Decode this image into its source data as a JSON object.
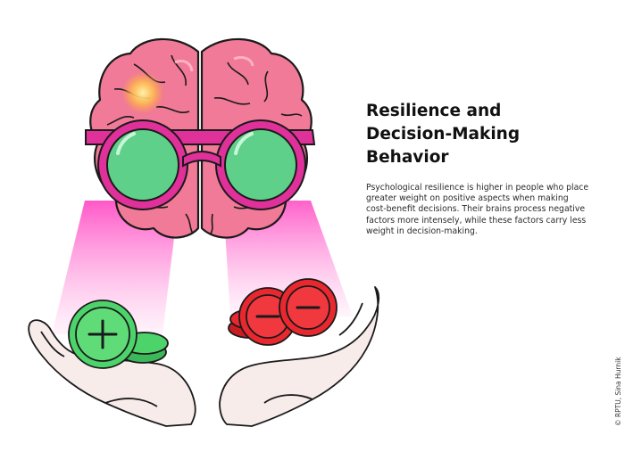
{
  "title": {
    "line1": "Resilience and",
    "line2": "Decision-Making",
    "line3": "Behavior"
  },
  "body_lines": [
    "Psychological resilience is higher in people who place",
    "greater weight on positive aspects when making",
    "cost-benefit decisions. Their brains process negative",
    "factors more intensely, while these factors carry less",
    "weight in decision-making."
  ],
  "credit": "© RPTU, Sina Hurnik",
  "illustration": {
    "colors": {
      "brain": "#f07a97",
      "brain_highlight": "#ffb0c4",
      "glasses_frame": "#e0309a",
      "lens": "#5fd08a",
      "beam": "#ff66cc",
      "positive_coin": "#4cd36a",
      "negative_coin": "#e8282e",
      "hand": "#f7ecea",
      "glow": "#ffc04d",
      "outline": "#1a1a1a"
    },
    "positive_coin_icon": "plus-icon",
    "negative_coin_icon": "minus-icon"
  }
}
